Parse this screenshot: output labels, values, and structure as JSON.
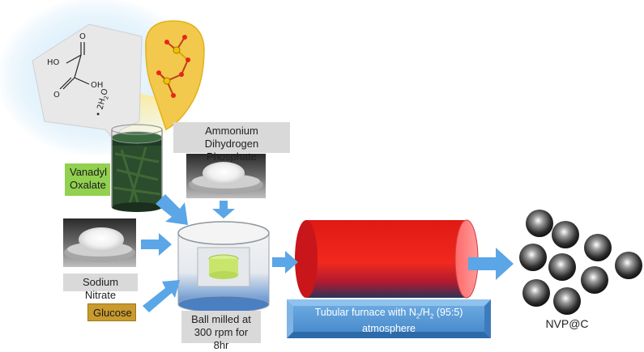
{
  "labels": {
    "vanadyl_oxalate_line1": "Vanadyl",
    "vanadyl_oxalate_line2": "Oxalate",
    "ammonium_line1": "Ammonium Dihydrogen",
    "ammonium_line2": "Phosphate",
    "sodium_nitrate": "Sodium Nitrate",
    "glucose": "Glucose",
    "ball_mill_line1": "Ball milled at",
    "ball_mill_line2": "300 rpm for 8hr",
    "furnace_line1_a": "Tubular furnace with N",
    "furnace_sub_1": "2",
    "furnace_slash": "/H",
    "furnace_sub_2": "2",
    "furnace_line1_b": " (95:5)",
    "furnace_line2": "atmosphere",
    "product": "NVP@C"
  },
  "chem": {
    "ho_left": "HO",
    "o_top": "O",
    "o_bottom": "O",
    "oh_right": "OH",
    "hydrate": "• 2H",
    "hydrate_sub": "2",
    "hydrate_o": "O",
    "v_atom": "V",
    "o_atom": "O"
  },
  "colors": {
    "arrow": "#5aa6e6",
    "furnace_red": "#e8241e",
    "furnace_base": "#3b4466",
    "furnace_label": "#5b9bd5",
    "vanadyl_label": "#92d050",
    "glucose_label": "#c99a2e",
    "gray_label": "#d9d9d9",
    "vanadium_atom": "#f2c200",
    "oxygen_atom": "#e8241e"
  }
}
